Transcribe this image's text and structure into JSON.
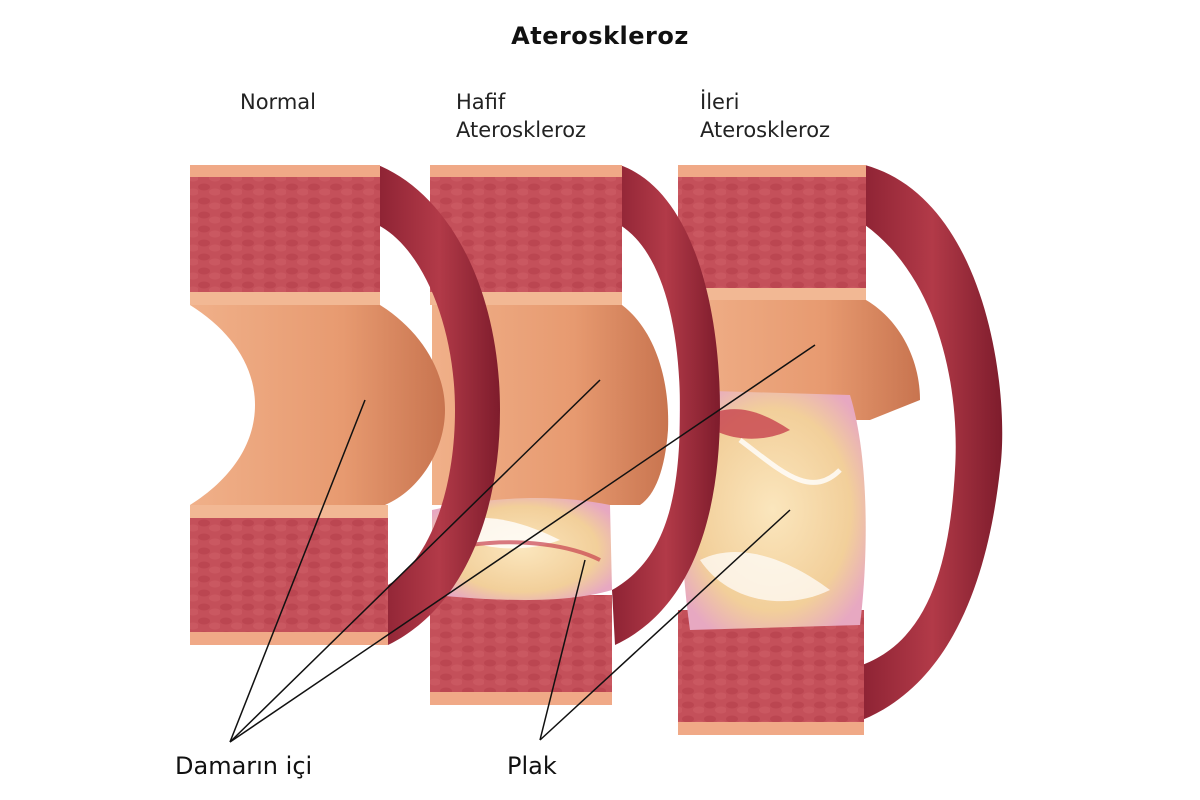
{
  "diagram": {
    "title": "Ateroskleroz",
    "stages": [
      {
        "id": "normal",
        "line1": "Normal",
        "line2": ""
      },
      {
        "id": "mild",
        "line1": "Hafif",
        "line2": "Ateroskleroz"
      },
      {
        "id": "advanced",
        "line1": "İleri",
        "line2": "Ateroskleroz"
      }
    ],
    "callouts": {
      "lumen": "Damarın içi",
      "plaque": "Plak"
    }
  },
  "colors": {
    "wall": "#c4505a",
    "wall_dark": "#8e2334",
    "lumen": "#e8a07a",
    "lumen_dark": "#c8744f",
    "intima": "#f2b894",
    "plaque": "#f4d7a8",
    "plaque_pink": "#e9a7c2"
  }
}
